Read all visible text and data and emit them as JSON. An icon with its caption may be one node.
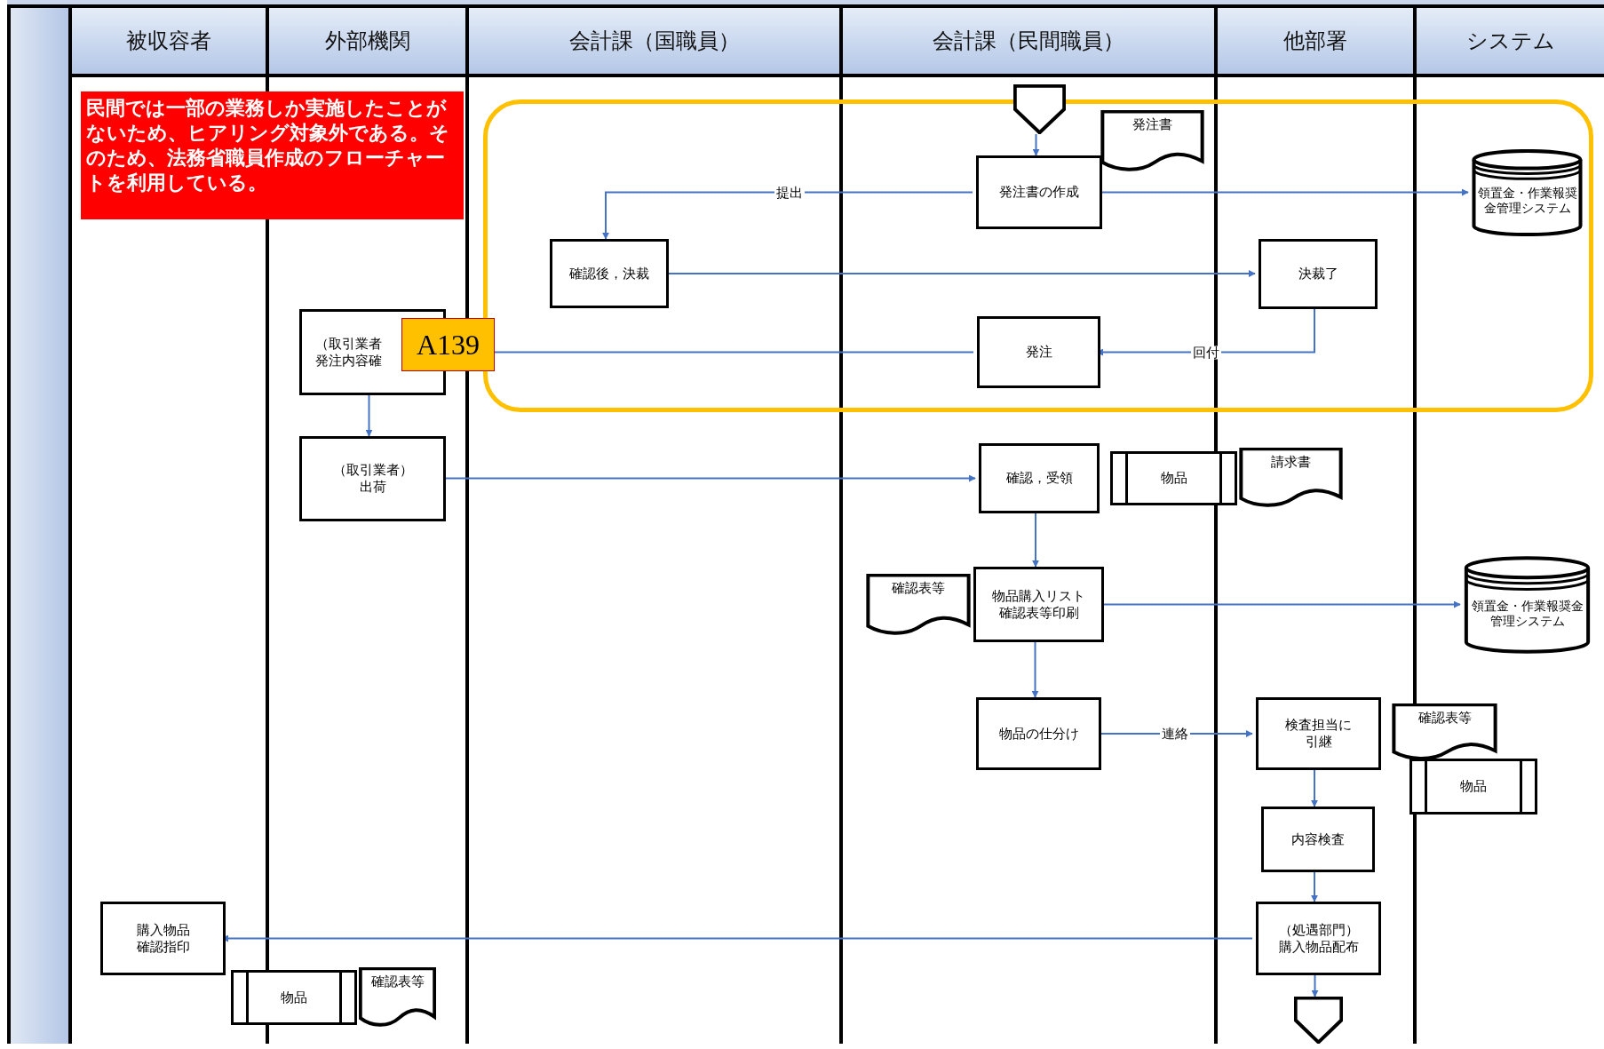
{
  "diagram": {
    "nodes": [
      {
        "text": [
          "被収容者"
        ]
      },
      {
        "text": [
          "外部機関"
        ]
      },
      {
        "text": [
          "会計課（国職員）"
        ]
      },
      {
        "text": [
          "会計課（民間職員）"
        ]
      },
      {
        "text": [
          "他部署"
        ]
      },
      {
        "text": [
          "システム"
        ]
      },
      {
        "text": [
          "民間では一部の業務しか実施したことがないため、ヒアリング対象外である。そのため、法務省職員作成のフローチャートを利用している。"
        ]
      },
      {
        "text": [],
        "shape": "pentagon",
        "in": 3
      },
      {
        "text": [
          "発注書"
        ],
        "in": 3
      },
      {
        "text": [
          "発注書の作成"
        ],
        "in": 3
      },
      {
        "text": [
          "領置金・作業報奨金管理システム"
        ],
        "in": 5
      },
      {
        "text": [
          "確認後，決裁"
        ],
        "in": 2
      },
      {
        "text": [
          "決裁了"
        ],
        "in": 4
      },
      {
        "text": [
          "（取引業者発注内容確"
        ],
        "in": 1
      },
      {
        "text": [
          "発注"
        ],
        "in": 3
      },
      {
        "text": [
          "（取引業者）出荷"
        ],
        "in": 1
      },
      {
        "text": [
          "確認，受領"
        ],
        "in": 3
      },
      {
        "text": [
          "物品"
        ]
      },
      {
        "text": [
          "請求書"
        ],
        "in": 4
      },
      {
        "text": [
          "確認表等"
        ],
        "in": 3
      },
      {
        "text": [
          "物品購入リスト確認表等印刷"
        ],
        "in": 3
      },
      {
        "text": [
          "領置金・作業報奨金管理システム"
        ],
        "in": 5
      },
      {
        "text": [
          "物品の仕分け"
        ],
        "in": 3
      },
      {
        "text": [
          "検査担当に引継"
        ],
        "in": 4
      },
      {
        "text": [
          "確認表等"
        ],
        "in": 5
      },
      {
        "text": [
          "物品"
        ],
        "in": 5
      },
      {
        "text": [
          "内容検査"
        ],
        "in": 4
      },
      {
        "text": [
          "（処遇部門）購入物品配布"
        ],
        "in": 4
      },
      {
        "text": [],
        "shape": "pentagon",
        "in": 4
      },
      {
        "text": [
          "購入物品確認指印"
        ],
        "in": 0
      },
      {
        "text": [
          "物品"
        ]
      },
      {
        "text": [
          "確認表等"
        ],
        "in": 1
      },
      {
        "text": [],
        "shape": "band"
      }
    ],
    "edges": [
      {
        "from": 7,
        "to": 9,
        "arrow": "to"
      },
      {
        "from": 9,
        "to": 11,
        "arrow": "to",
        "label": "提出"
      },
      {
        "from": 9,
        "to": 10,
        "arrow": "to"
      },
      {
        "from": 11,
        "to": 12,
        "arrow": "to"
      },
      {
        "from": 12,
        "to": 14,
        "arrow": "to",
        "label": "回付"
      },
      {
        "from": 14,
        "to": 13,
        "arrow": "none"
      },
      {
        "from": 13,
        "to": 15,
        "arrow": "to"
      },
      {
        "from": 15,
        "to": 16,
        "arrow": "to"
      },
      {
        "from": 16,
        "to": 20,
        "arrow": "to"
      },
      {
        "from": 20,
        "to": 21,
        "arrow": "to"
      },
      {
        "from": 20,
        "to": 22,
        "arrow": "to"
      },
      {
        "from": 22,
        "to": 23,
        "arrow": "to",
        "label": "連絡"
      },
      {
        "from": 23,
        "to": 26,
        "arrow": "to"
      },
      {
        "from": 26,
        "to": 27,
        "arrow": "to"
      },
      {
        "from": 27,
        "to": 29,
        "arrow": "to"
      },
      {
        "from": 27,
        "to": 28,
        "arrow": "to"
      }
    ],
    "labels": [
      "A139"
    ]
  }
}
